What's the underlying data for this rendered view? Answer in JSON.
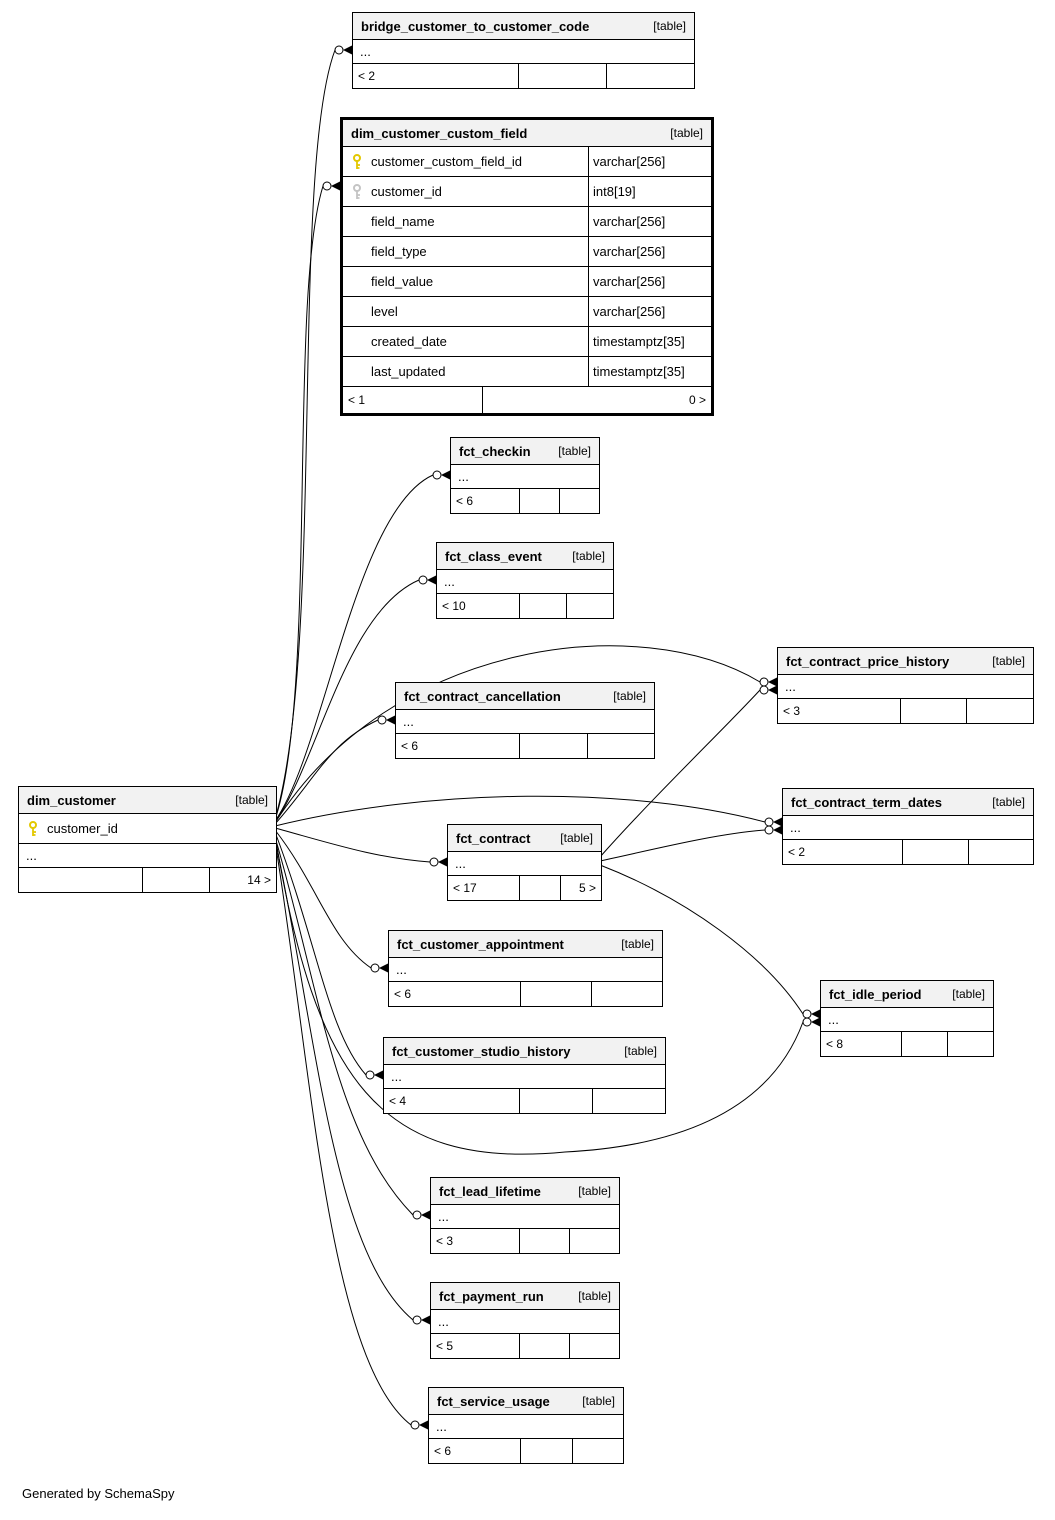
{
  "generated_by": "Generated by SchemaSpy",
  "colors": {
    "primary_key_color": "#e3c800",
    "foreign_key_color": "#c4c4c4",
    "header_fill": "#f2f2f2",
    "border": "#000000"
  },
  "tables": {
    "bridge_customer_to_customer_code": {
      "title": "bridge_customer_to_customer_code",
      "tag": "[table]",
      "ellipsis": "...",
      "footer_left": "< 2"
    },
    "dim_customer_custom_field": {
      "title": "dim_customer_custom_field",
      "tag": "[table]",
      "columns": [
        {
          "name": "customer_custom_field_id",
          "type": "varchar[256]",
          "key": "primary"
        },
        {
          "name": "customer_id",
          "type": "int8[19]",
          "key": "foreign"
        },
        {
          "name": "field_name",
          "type": "varchar[256]"
        },
        {
          "name": "field_type",
          "type": "varchar[256]"
        },
        {
          "name": "field_value",
          "type": "varchar[256]"
        },
        {
          "name": "level",
          "type": "varchar[256]"
        },
        {
          "name": "created_date",
          "type": "timestamptz[35]"
        },
        {
          "name": "last_updated",
          "type": "timestamptz[35]"
        }
      ],
      "footer_left": "< 1",
      "footer_right": "0 >"
    },
    "fct_checkin": {
      "title": "fct_checkin",
      "tag": "[table]",
      "ellipsis": "...",
      "footer_left": "< 6"
    },
    "fct_class_event": {
      "title": "fct_class_event",
      "tag": "[table]",
      "ellipsis": "...",
      "footer_left": "< 10"
    },
    "fct_contract_price_history": {
      "title": "fct_contract_price_history",
      "tag": "[table]",
      "ellipsis": "...",
      "footer_left": "< 3"
    },
    "fct_contract_cancellation": {
      "title": "fct_contract_cancellation",
      "tag": "[table]",
      "ellipsis": "...",
      "footer_left": "< 6"
    },
    "fct_contract_term_dates": {
      "title": "fct_contract_term_dates",
      "tag": "[table]",
      "ellipsis": "...",
      "footer_left": "< 2"
    },
    "dim_customer": {
      "title": "dim_customer",
      "tag": "[table]",
      "key_column": "customer_id",
      "ellipsis": "...",
      "footer_right": "14 >"
    },
    "fct_contract": {
      "title": "fct_contract",
      "tag": "[table]",
      "ellipsis": "...",
      "footer_left": "< 17",
      "footer_right": "5 >"
    },
    "fct_customer_appointment": {
      "title": "fct_customer_appointment",
      "tag": "[table]",
      "ellipsis": "...",
      "footer_left": "< 6"
    },
    "fct_idle_period": {
      "title": "fct_idle_period",
      "tag": "[table]",
      "ellipsis": "...",
      "footer_left": "< 8"
    },
    "fct_customer_studio_history": {
      "title": "fct_customer_studio_history",
      "tag": "[table]",
      "ellipsis": "...",
      "footer_left": "< 4"
    },
    "fct_lead_lifetime": {
      "title": "fct_lead_lifetime",
      "tag": "[table]",
      "ellipsis": "...",
      "footer_left": "< 3"
    },
    "fct_payment_run": {
      "title": "fct_payment_run",
      "tag": "[table]",
      "ellipsis": "...",
      "footer_left": "< 5"
    },
    "fct_service_usage": {
      "title": "fct_service_usage",
      "tag": "[table]",
      "ellipsis": "...",
      "footer_left": "< 6"
    }
  },
  "relationships": [
    {
      "from": "dim_customer",
      "to": "bridge_customer_to_customer_code"
    },
    {
      "from": "dim_customer",
      "to": "dim_customer_custom_field"
    },
    {
      "from": "dim_customer",
      "to": "fct_checkin"
    },
    {
      "from": "dim_customer",
      "to": "fct_class_event"
    },
    {
      "from": "dim_customer",
      "to": "fct_contract_price_history"
    },
    {
      "from": "dim_customer",
      "to": "fct_contract_cancellation"
    },
    {
      "from": "dim_customer",
      "to": "fct_contract_term_dates"
    },
    {
      "from": "dim_customer",
      "to": "fct_contract"
    },
    {
      "from": "dim_customer",
      "to": "fct_customer_appointment"
    },
    {
      "from": "dim_customer",
      "to": "fct_idle_period"
    },
    {
      "from": "dim_customer",
      "to": "fct_customer_studio_history"
    },
    {
      "from": "dim_customer",
      "to": "fct_lead_lifetime"
    },
    {
      "from": "dim_customer",
      "to": "fct_payment_run"
    },
    {
      "from": "dim_customer",
      "to": "fct_service_usage"
    },
    {
      "from": "fct_contract",
      "to": "fct_contract_price_history"
    },
    {
      "from": "fct_contract",
      "to": "fct_contract_term_dates"
    },
    {
      "from": "fct_contract",
      "to": "fct_idle_period"
    }
  ]
}
